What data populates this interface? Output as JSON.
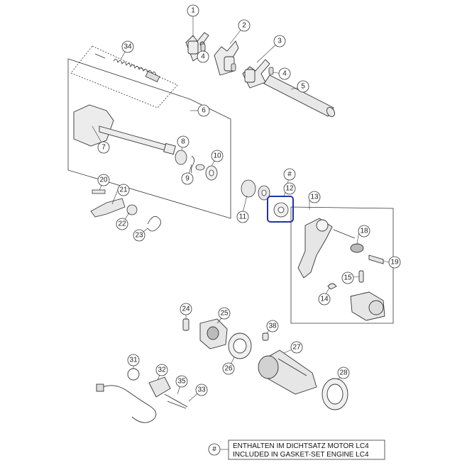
{
  "callouts": {
    "c1": "1",
    "c2": "2",
    "c3": "3",
    "c4a": "4",
    "c4b": "4",
    "c5": "5",
    "c6": "6",
    "c7": "7",
    "c8": "8",
    "c9": "9",
    "c10": "10",
    "c11": "11",
    "c12": "12",
    "c13": "13",
    "c14": "14",
    "c15": "15",
    "c18": "18",
    "c19": "19",
    "c20": "20",
    "c21": "21",
    "c22": "22",
    "c23": "23",
    "c24": "24",
    "c25": "25",
    "c26": "26",
    "c27": "27",
    "c28": "28",
    "c31": "31",
    "c32": "32",
    "c33": "33",
    "c34": "34",
    "c35": "35",
    "c38": "38",
    "hash": "#"
  },
  "legend": {
    "symbol": "#",
    "line1": "ENTHALTEN IM DICHTSATZ MOTOR LC4",
    "line2": "INCLUDED IN GASKET-SET ENGINE LC4"
  },
  "colors": {
    "line": "#333333",
    "highlight": "#2233aa",
    "part_fill": "#e6e6e6",
    "part_dark": "#9a9a9a"
  }
}
